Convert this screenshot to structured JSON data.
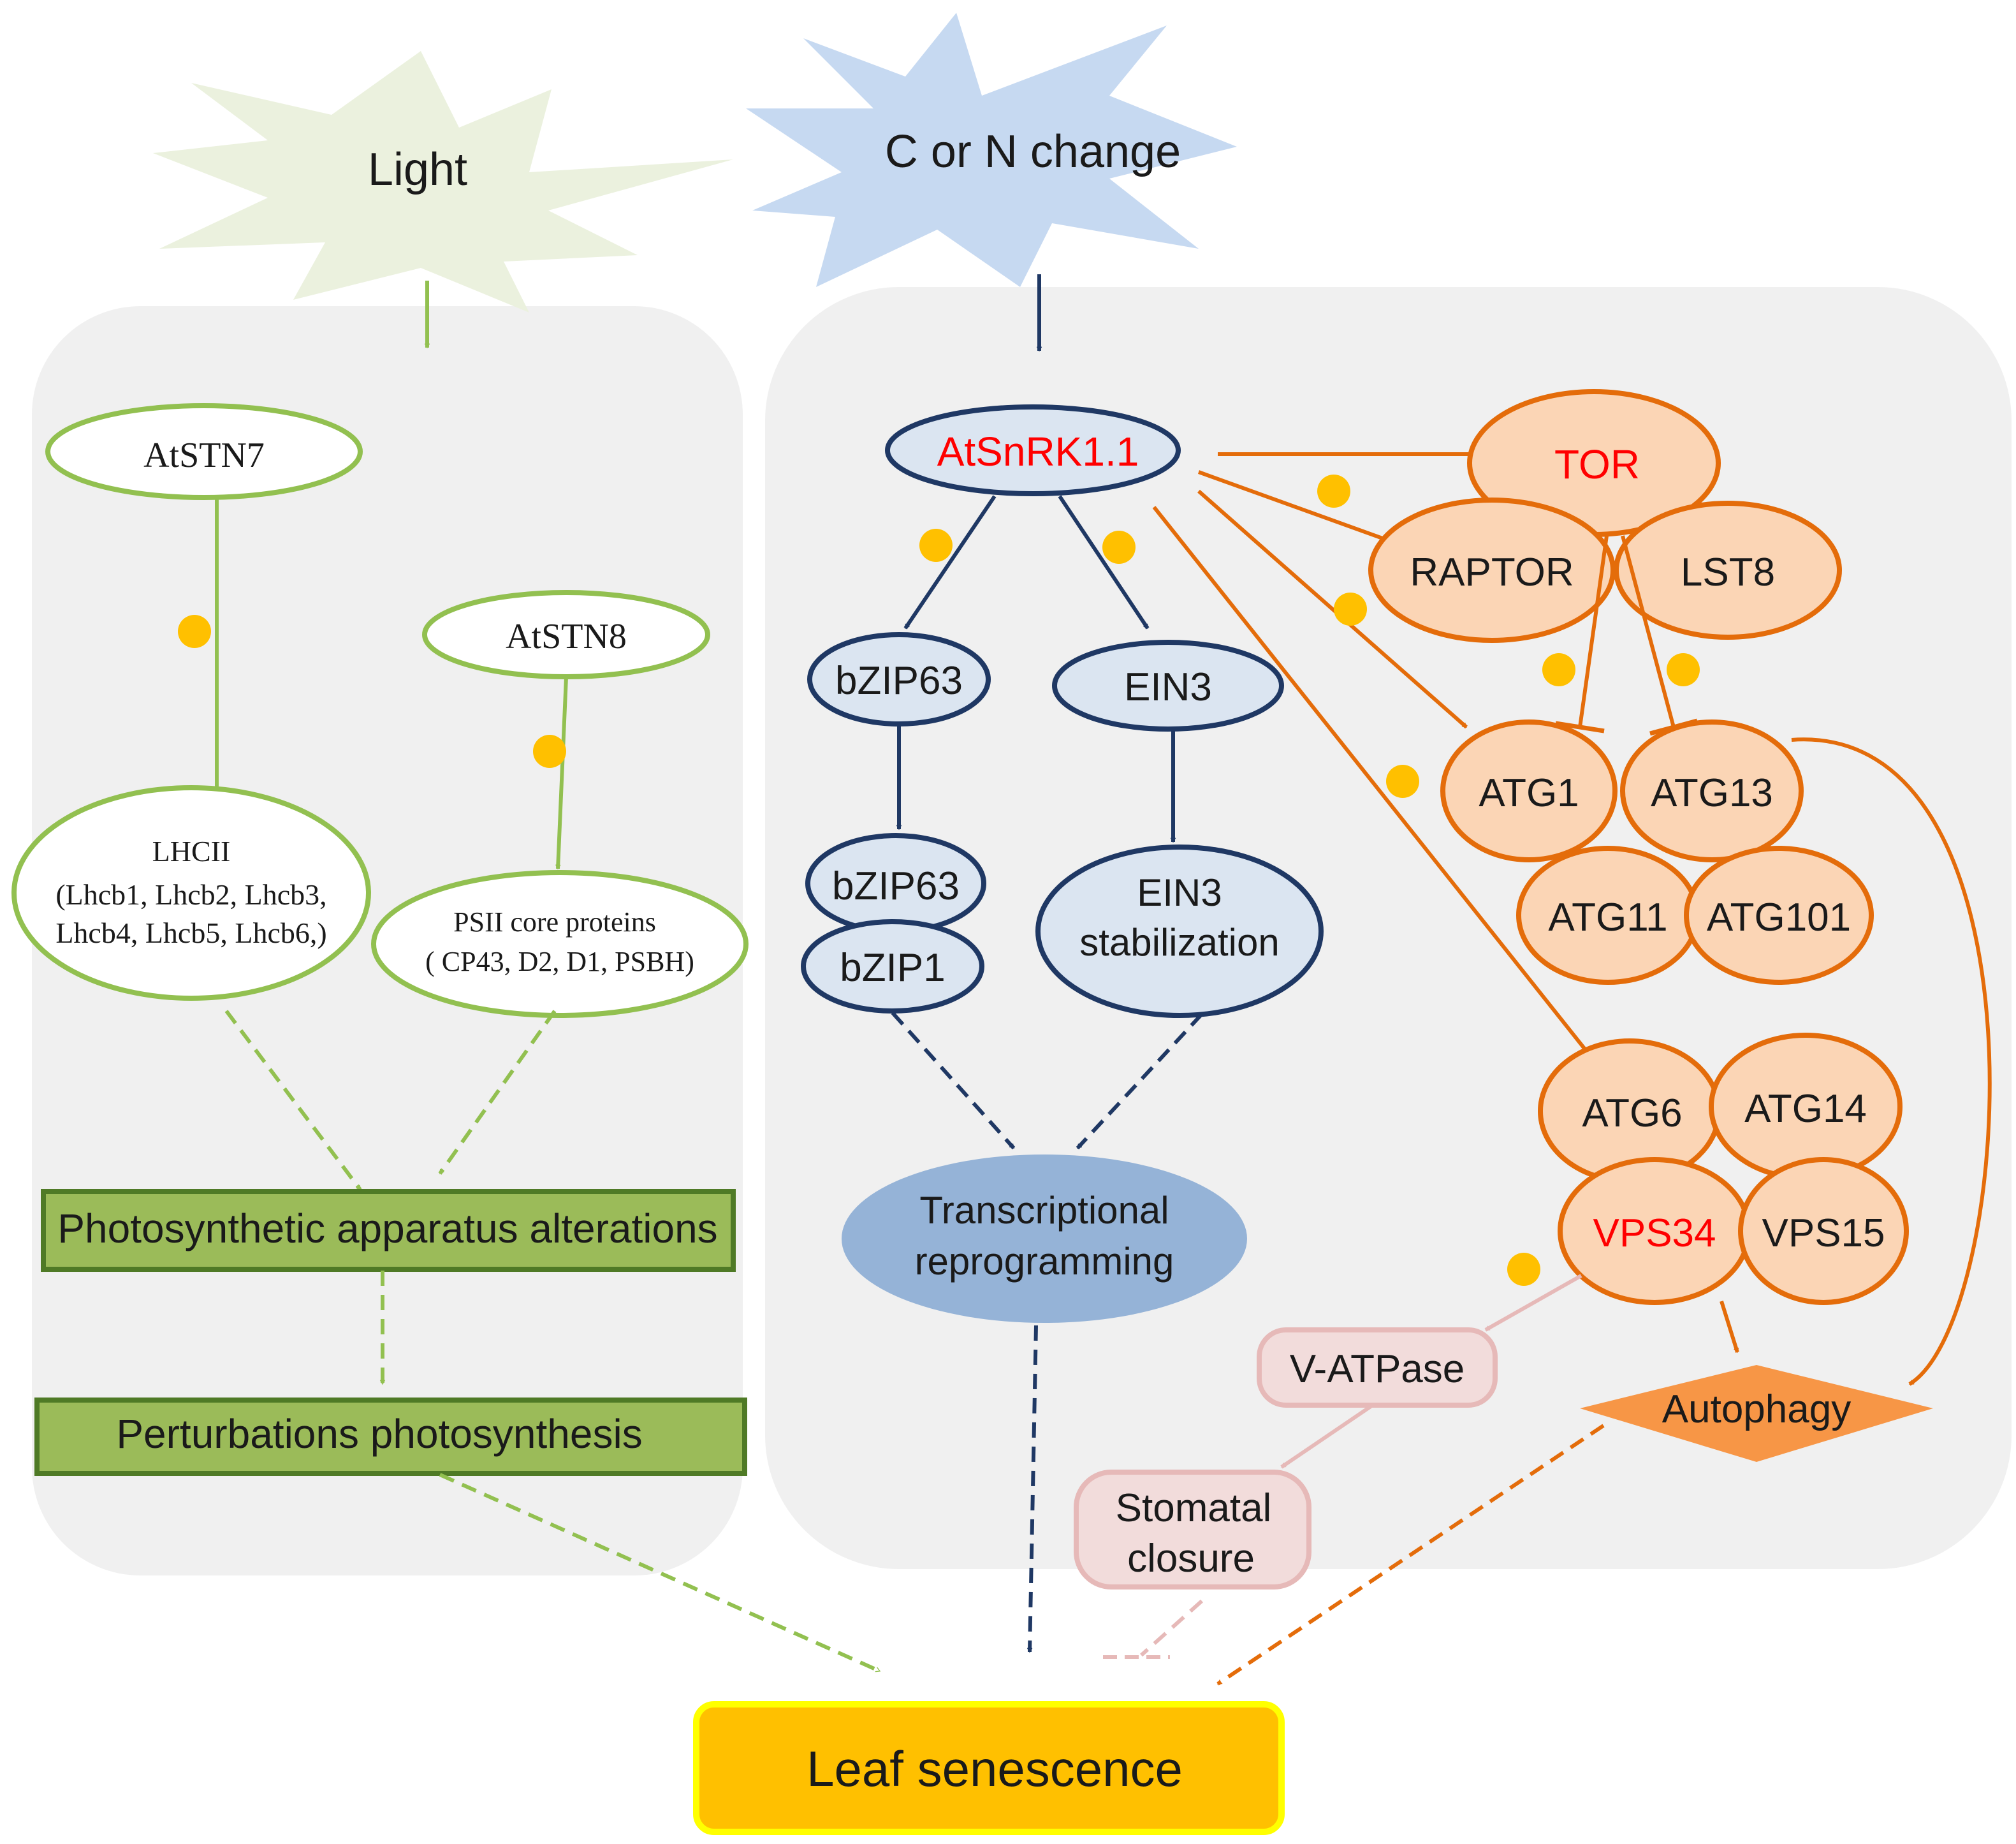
{
  "starbursts": {
    "light": "Light",
    "cn_change": "C or N change"
  },
  "left_panel": {
    "atstn7": "AtSTN7",
    "atstn8": "AtSTN8",
    "lhcii_title": "LHCII",
    "lhcii_line1": "(Lhcb1, Lhcb2, Lhcb3,",
    "lhcii_line2": "Lhcb4, Lhcb5, Lhcb6,)",
    "psii_line1": "PSII core proteins",
    "psii_line2": "( CP43, D2, D1, PSBH)",
    "photo_alterations": "Photosynthetic apparatus alterations",
    "photo_perturbations": "Perturbations  photosynthesis"
  },
  "right_panel": {
    "atsnrk": "AtSnRK1.1",
    "bzip63_top": "bZIP63",
    "bzip63_dimer": "bZIP63",
    "bzip1": "bZIP1",
    "ein3": "EIN3",
    "ein3_stab_line1": "EIN3",
    "ein3_stab_line2": "stabilization",
    "transcriptional_line1": "Transcriptional",
    "transcriptional_line2": "reprogramming",
    "tor": "TOR",
    "raptor": "RAPTOR",
    "lst8": "LST8",
    "atg1": "ATG1",
    "atg13": "ATG13",
    "atg11": "ATG11",
    "atg101": "ATG101",
    "atg6": "ATG6",
    "atg14": "ATG14",
    "vps34": "VPS34",
    "vps15": "VPS15",
    "vatpase": "V-ATPase",
    "stomatal_line1": "Stomatal",
    "stomatal_line2": "closure",
    "autophagy": "Autophagy"
  },
  "outcome": "Leaf senescence",
  "colors": {
    "green": "#92c050",
    "dark_green": "#4f7a26",
    "navy": "#1f3864",
    "orange": "#e46c0a",
    "peach": "#fbd5b5",
    "pink": "#e6b9b8",
    "pink_fill": "#f2dcdb",
    "yellow_dot": "#ffc000",
    "red_text": "#ff0000",
    "panel_gray": "#f0f0f0",
    "gold": "#ffc000"
  }
}
